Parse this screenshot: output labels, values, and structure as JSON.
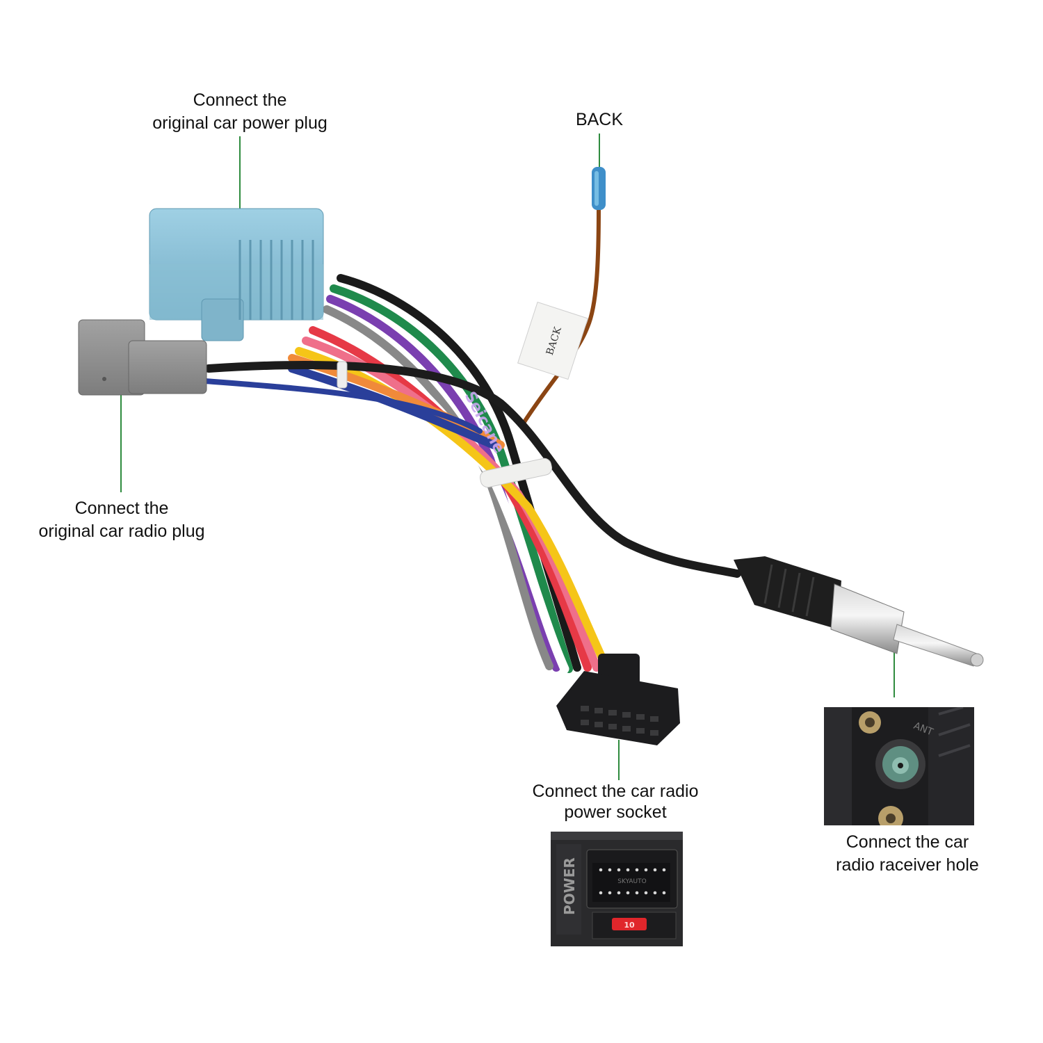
{
  "captions": {
    "power_plug": {
      "line1": "Connect the",
      "line2": "original car power plug"
    },
    "radio_plug": {
      "line1": "Connect the",
      "line2": "original car radio plug"
    },
    "back": {
      "text": "BACK"
    },
    "power_socket": {
      "line1": "Connect the car radio",
      "line2": "power socket"
    },
    "receiver_hole": {
      "line1": "Connect the  car",
      "line2": "radio raceiver hole"
    }
  },
  "product_markings": {
    "cable_brand": "Seicane",
    "wire_tag": "BACK",
    "socket_label": "POWER",
    "socket_brand": "SKYAUTO",
    "socket_fuse": "10",
    "receiver_label": "ANT"
  },
  "colors": {
    "leader_line": "#2e8b3e",
    "blue_connector": "#8ec3d9",
    "grey_connector": "#8e8e8e",
    "black_connector": "#1c1c1e"
  },
  "wire_colors": [
    "#1a1a1a",
    "#ffffff",
    "#888888",
    "#1f8a4c",
    "#7a3fb0",
    "#e63946",
    "#f08a3a",
    "#f5c518",
    "#2a3f9a",
    "#ef6f8a",
    "#8b4513"
  ]
}
